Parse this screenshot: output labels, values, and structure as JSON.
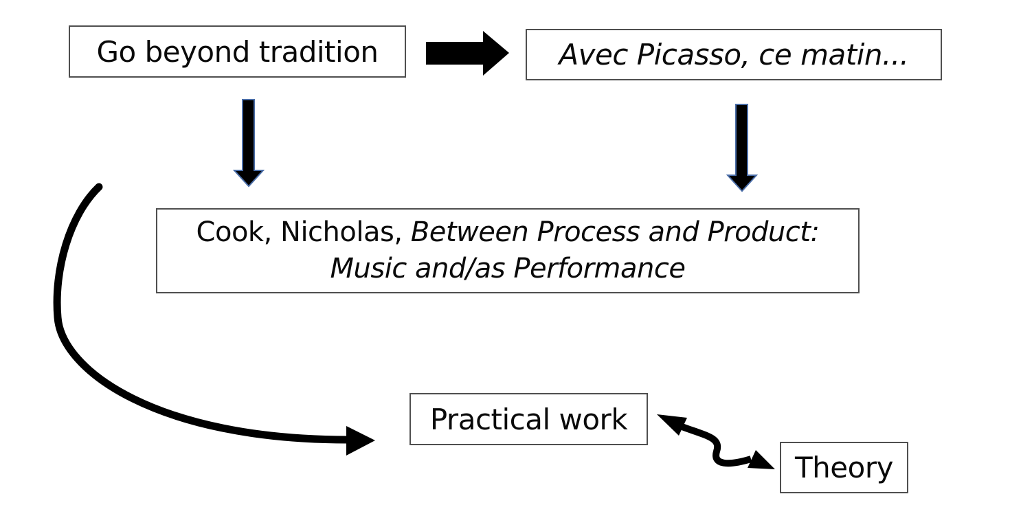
{
  "page": {
    "kind": "presentation-slide-diagram",
    "background": "#ffffff"
  },
  "boxes": {
    "tradition": {
      "label": "Go beyond tradition"
    },
    "picasso": {
      "label": "Avec Picasso, ce matin..."
    },
    "cook": {
      "prefix": "Cook, Nicholas, ",
      "title_line1": "Between Process and Product:",
      "title_line2": "Music and/as Performance"
    },
    "practical": {
      "label": "Practical work"
    },
    "theory": {
      "label": "Theory"
    }
  },
  "icons": {
    "block-arrow-right-icon": "solid black block arrow pointing right, from tradition box to picasso box",
    "arrow-down-left-icon": "black down arrow with dark blue outline, from tradition box to cook box",
    "arrow-down-right-icon": "black down arrow with dark blue outline, from picasso box to cook box",
    "curved-arrow-icon": "thick black curved arrow sweeping from upper left down to practical-work box",
    "wavy-double-arrow-icon": "black S-curved double-headed arrow between practical-work box and theory box"
  },
  "colors": {
    "background": "#ffffff",
    "text": "#0a0a0a",
    "box_border": "#4f4f4f",
    "arrow_fill": "#000000",
    "down_arrow_outline": "#4a6da7"
  }
}
